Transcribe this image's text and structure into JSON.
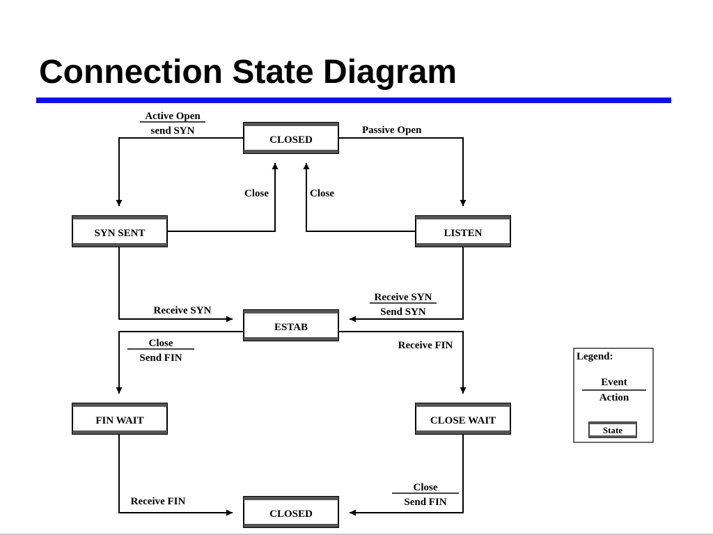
{
  "title": "Connection State Diagram",
  "states": {
    "closed_top": "CLOSED",
    "syn_sent": "SYN SENT",
    "listen": "LISTEN",
    "estab": "ESTAB",
    "fin_wait": "FIN WAIT",
    "close_wait": "CLOSE WAIT",
    "closed_bottom": "CLOSED"
  },
  "edges": {
    "active_open": {
      "event": "Active Open",
      "action": "send SYN"
    },
    "passive_open": "Passive Open",
    "close_left": "Close",
    "close_right": "Close",
    "receive_syn_left": "Receive SYN",
    "receive_syn_right": {
      "event": "Receive SYN",
      "action": "Send SYN"
    },
    "close_send_fin_left": {
      "event": "Close",
      "action": "Send FIN"
    },
    "receive_fin_right": "Receive FIN",
    "receive_fin_bottom": "Receive FIN",
    "close_send_fin_bottom": {
      "event": "Close",
      "action": "Send FIN"
    }
  },
  "legend": {
    "heading": "Legend:",
    "event": "Event",
    "action": "Action",
    "state": "State"
  },
  "colors": {
    "title_rule": "#0a11e8",
    "state_bar": "#555555"
  }
}
